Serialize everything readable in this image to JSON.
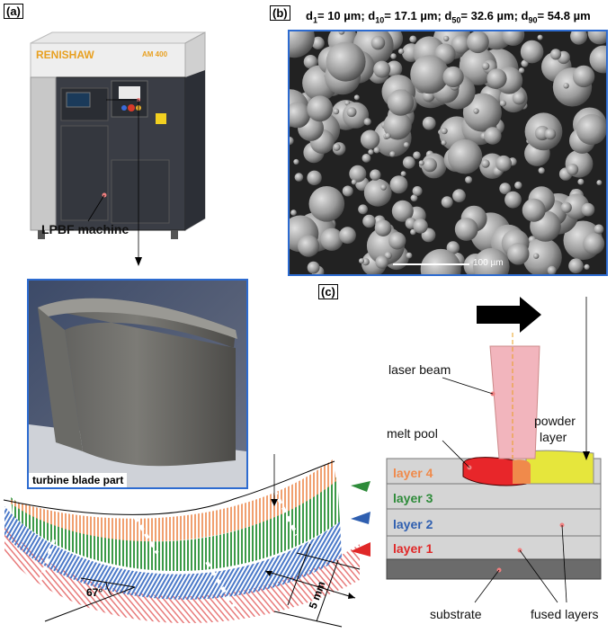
{
  "panels": {
    "a": "(a)",
    "b": "(b)",
    "c": "(c)"
  },
  "machine": {
    "brand": "RENISHAW",
    "model": "AM 400",
    "label": "LPBF machine"
  },
  "powder": {
    "d1": "10",
    "d10": "17.1",
    "d50": "32.6",
    "d90": "54.8",
    "unit": "µm",
    "scale_bar": "100 µm"
  },
  "turbine": {
    "label": "turbine blade part"
  },
  "scan": {
    "angle_label": "67°",
    "width_label": "5 mm"
  },
  "process": {
    "laser_beam": "laser beam",
    "melt_pool": "melt pool",
    "powder_layer_line1": "powder",
    "powder_layer_line2": "layer",
    "layers": [
      {
        "label": "layer 4",
        "color": "#f08a4b"
      },
      {
        "label": "layer 3",
        "color": "#2e8b3a"
      },
      {
        "label": "layer 2",
        "color": "#2f5fb0"
      },
      {
        "label": "layer 1",
        "color": "#e02828"
      }
    ],
    "substrate": "substrate",
    "fused_layers": "fused layers"
  },
  "colors": {
    "orange_hatch": "#f0a070",
    "green_hatch": "#3c9a48",
    "blue_hatch": "#4a78c8",
    "red_hatch": "#e87a7a",
    "powder_yellow": "#e6e63c",
    "melt_red": "#e8262a",
    "laser_pink": "#f2b5bd"
  }
}
